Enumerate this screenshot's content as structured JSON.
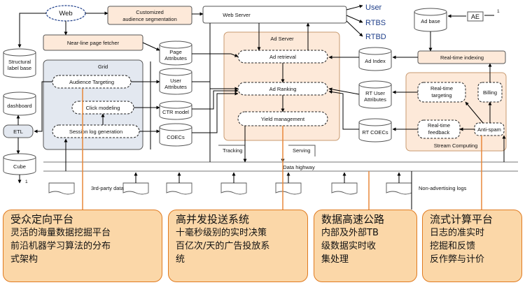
{
  "nodes": {
    "web": "Web",
    "customized": "Customized",
    "audience_seg": "audience segmentation",
    "web_server": "Web Server",
    "user": "User",
    "rtbs": "RTBS",
    "rtbd": "RTBD",
    "ad_base": "Ad base",
    "ae": "AE",
    "ae_num": "1",
    "near_line": "Near-line page fetcher",
    "structural": "Structural",
    "label_base": "label base",
    "grid": "Grid",
    "audience_targeting": "Audience Targeting",
    "page_attr_1": "Page",
    "page_attr_2": "Attributes",
    "user_attr_1": "User",
    "user_attr_2": "Attributes",
    "ad_server": "Ad Server",
    "ad_retrieval": "Ad retrieval",
    "ad_index": "Ad Index",
    "real_time_indexing": "Real-time indexing",
    "ad_ranking": "Ad Ranking",
    "rt_user_1": "RT User",
    "rt_user_2": "Attributes",
    "dashboard": "dashboard",
    "click_modeling": "Click modeling",
    "ctr_model": "CTR model",
    "rt_targeting_1": "Real-time",
    "rt_targeting_2": "targeting",
    "billing": "Billing",
    "yield_mgmt": "Yield management",
    "etl": "ETL",
    "session_log": "Session log generation",
    "coecs": "COECs",
    "rt_coecs": "RT COECs",
    "rt_feedback_1": "Real-time",
    "rt_feedback_2": "feedback",
    "anti_spam": "Anti-spam",
    "stream_computing": "Stream Computing",
    "tracking": "Tracking",
    "serving": "Serving",
    "cube": "Cube",
    "cube_num": "1",
    "data_highway": "Data highway",
    "third_party": "3rd-party data",
    "non_ad_logs": "Non-advertising logs"
  },
  "callouts": [
    {
      "title": "受众定向平台",
      "lines": [
        "灵活的海量数据挖掘平台",
        "前沿机器学习算法的分布",
        "式架构"
      ]
    },
    {
      "title": "高并发投送系统",
      "lines": [
        "十毫秒级别的实时决策",
        "百亿次/天的广告投放系",
        "统"
      ]
    },
    {
      "title": "数据高速公路",
      "lines": [
        "内部及外部TB",
        "级数据实时收",
        "集处理"
      ]
    },
    {
      "title": "流式计算平台",
      "lines": [
        "日志的准实时",
        "挖掘和反馈",
        "反作弊与计价"
      ]
    }
  ],
  "colors": {
    "grid_panel": "#e3e8f0",
    "peach_fill": "#fde9d9",
    "peach_border": "#c89a70",
    "callout_fill": "#fbd7a8",
    "callout_border": "#e07a1f",
    "orange_line": "#e8883a",
    "text_blue": "#1f3f8a"
  }
}
